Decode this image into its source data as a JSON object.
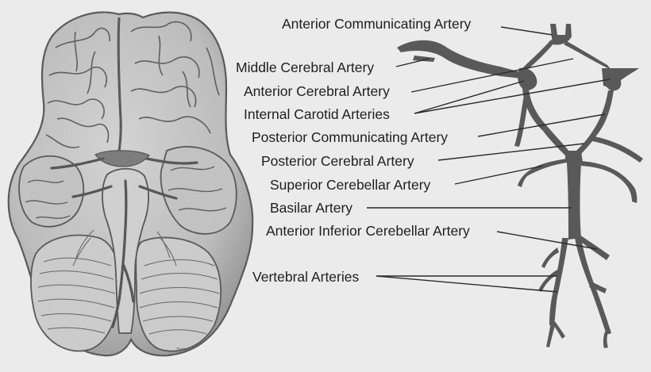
{
  "diagram": {
    "labels": {
      "acomm": "Anterior Communicating Artery",
      "mca": "Middle Cerebral Artery",
      "aca": "Anterior Cerebral Artery",
      "ica": "Internal Carotid Arteries",
      "pcomm": "Posterior Communicating Artery",
      "pca": "Posterior Cerebral Artery",
      "sca": "Superior Cerebellar Artery",
      "basilar": "Basilar Artery",
      "aica": "Anterior Inferior Cerebellar Artery",
      "vertebral": "Vertebral Arteries"
    },
    "signature": "Netter"
  },
  "colors": {
    "background": "#ebebeb",
    "artery": "#595959",
    "brain_fill": "#c9c9c9",
    "brain_outline": "#2e2e2e",
    "leader_line": "#2a2a2a"
  }
}
